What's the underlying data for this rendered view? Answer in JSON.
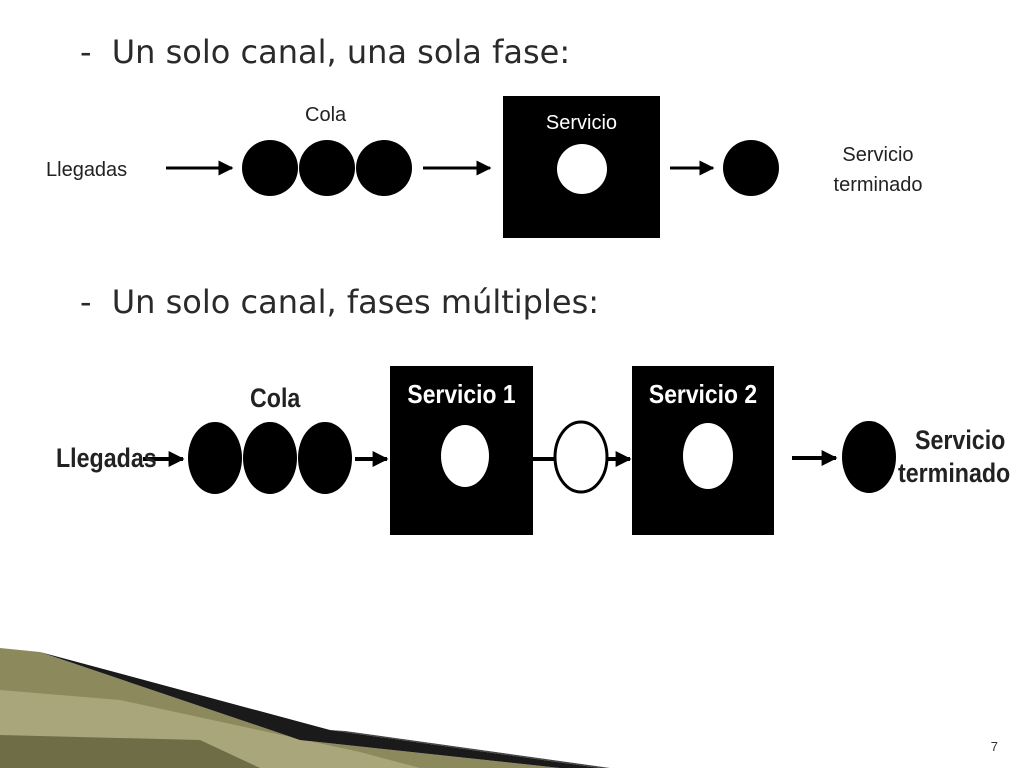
{
  "bullets": [
    {
      "marker": "-",
      "text": "Un solo canal, una sola fase:"
    },
    {
      "marker": "-",
      "text": "Un solo canal, fases múltiples:"
    }
  ],
  "diagram1": {
    "arrivals_label": "Llegadas",
    "queue_label": "Cola",
    "service_label": "Servicio",
    "done_label_line1": "Servicio",
    "done_label_line2": "terminado"
  },
  "diagram2": {
    "arrivals_label": "Llegadas",
    "queue_label": "Cola",
    "service1_label": "Servicio 1",
    "service2_label": "Servicio 2",
    "done_label_line1": "Servicio",
    "done_label_line2": "terminado"
  },
  "colors": {
    "ink": "#000000",
    "decor_dark": "#1a1a1a",
    "decor_olive": "#8c8a5c"
  },
  "page_number": "7"
}
